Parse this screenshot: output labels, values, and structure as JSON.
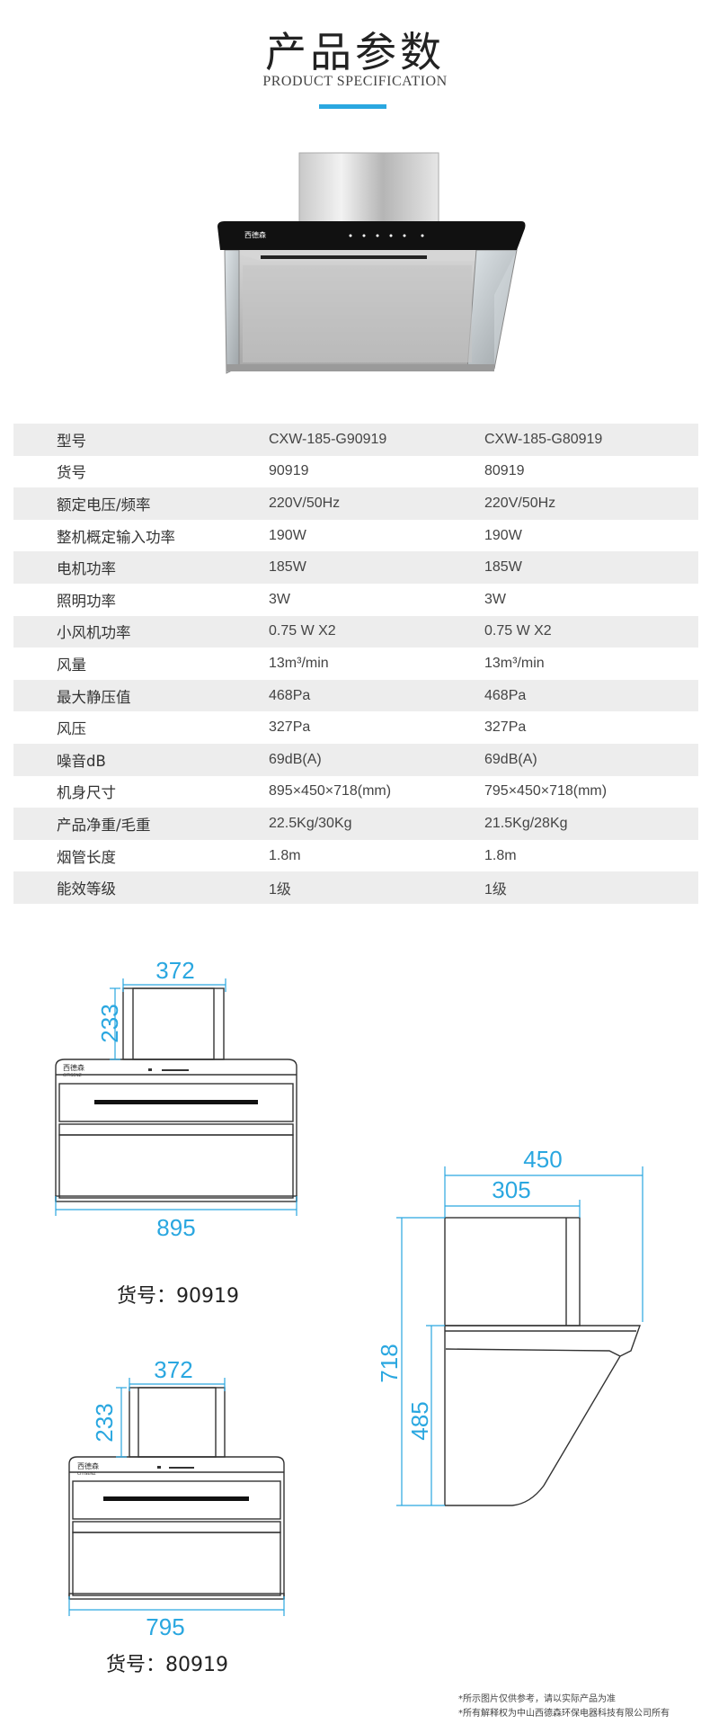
{
  "header": {
    "title": "产品参数",
    "subtitle": "PRODUCT SPECIFICATION",
    "accent_color": "#2aa7e0"
  },
  "brand": {
    "logo_text": "西德森",
    "logo_subtext": "CITISENZ"
  },
  "specs": {
    "rows": [
      {
        "label": "型号",
        "col1": "CXW-185-G90919",
        "col2": "CXW-185-G80919"
      },
      {
        "label": "货号",
        "col1": "90919",
        "col2": "80919"
      },
      {
        "label": "额定电压/频率",
        "col1": "220V/50Hz",
        "col2": "220V/50Hz"
      },
      {
        "label": "整机概定输入功率",
        "col1": "190W",
        "col2": "190W"
      },
      {
        "label": "电机功率",
        "col1": "185W",
        "col2": "185W"
      },
      {
        "label": "照明功率",
        "col1": "3W",
        "col2": "3W"
      },
      {
        "label": "小风机功率",
        "col1": "0.75 W X2",
        "col2": "0.75 W X2"
      },
      {
        "label": "风量",
        "col1": "13m³/min",
        "col2": "13m³/min"
      },
      {
        "label": "最大静压值",
        "col1": "468Pa",
        "col2": "468Pa"
      },
      {
        "label": "风压",
        "col1": "327Pa",
        "col2": "327Pa"
      },
      {
        "label": "噪音dB",
        "col1": "69dB(A)",
        "col2": "69dB(A)"
      },
      {
        "label": "机身尺寸",
        "col1": "895×450×718(mm)",
        "col2": "795×450×718(mm)"
      },
      {
        "label": "产品净重/毛重",
        "col1": "22.5Kg/30Kg",
        "col2": "21.5Kg/28Kg"
      },
      {
        "label": "烟管长度",
        "col1": "1.8m",
        "col2": "1.8m"
      },
      {
        "label": "能效等级",
        "col1": "1级",
        "col2": "1级"
      }
    ]
  },
  "diagrams": {
    "dim_color": "#2aa7e0",
    "front1": {
      "duct_width": "372",
      "duct_height": "233",
      "body_width": "895",
      "caption": "货号：90919"
    },
    "front2": {
      "duct_width": "372",
      "duct_height": "233",
      "body_width": "795",
      "caption": "货号：80919"
    },
    "side": {
      "total_depth": "450",
      "duct_depth": "305",
      "total_height": "718",
      "body_height": "485"
    }
  },
  "footnotes": {
    "line1": "*所示图片仅供参考，请以实际产品为准",
    "line2": "*所有解释权为中山西德森环保电器科技有限公司所有"
  }
}
